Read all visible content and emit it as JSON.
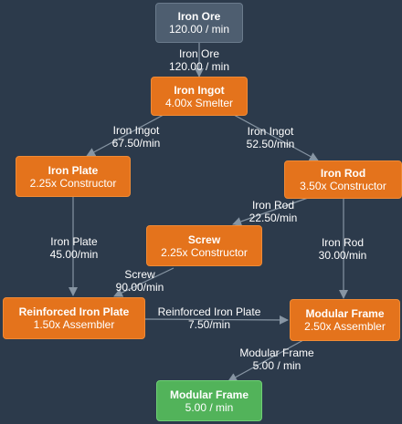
{
  "colors": {
    "background": "#2c3a4b",
    "raw_node": "#4e5e70",
    "machine_node": "#e4731c",
    "output_node": "#52b35a",
    "edge": "#8795a3"
  },
  "nodes": {
    "iron_ore": {
      "title": "Iron Ore",
      "sub": "120.00 / min"
    },
    "iron_ingot": {
      "title": "Iron Ingot",
      "sub": "4.00x Smelter"
    },
    "iron_plate": {
      "title": "Iron Plate",
      "sub": "2.25x Constructor"
    },
    "iron_rod": {
      "title": "Iron Rod",
      "sub": "3.50x Constructor"
    },
    "screw": {
      "title": "Screw",
      "sub": "2.25x Constructor"
    },
    "reinforced_iron_plate": {
      "title": "Reinforced Iron Plate",
      "sub": "1.50x Assembler"
    },
    "modular_frame": {
      "title": "Modular Frame",
      "sub": "2.50x Assembler"
    },
    "modular_frame_out": {
      "title": "Modular Frame",
      "sub": "5.00 / min"
    }
  },
  "edges": {
    "ore_to_ingot": {
      "item": "Iron Ore",
      "rate": "120.00 / min"
    },
    "ingot_to_plate": {
      "item": "Iron Ingot",
      "rate": "67.50/min"
    },
    "ingot_to_rod": {
      "item": "Iron Ingot",
      "rate": "52.50/min"
    },
    "rod_to_screw": {
      "item": "Iron Rod",
      "rate": "22.50/min"
    },
    "plate_to_rip": {
      "item": "Iron Plate",
      "rate": "45.00/min"
    },
    "rod_to_frame": {
      "item": "Iron Rod",
      "rate": "30.00/min"
    },
    "screw_to_rip": {
      "item": "Screw",
      "rate": "90.00/min"
    },
    "rip_to_frame": {
      "item": "Reinforced Iron Plate",
      "rate": "7.50/min"
    },
    "frame_to_out": {
      "item": "Modular Frame",
      "rate": "5.00 / min"
    }
  }
}
